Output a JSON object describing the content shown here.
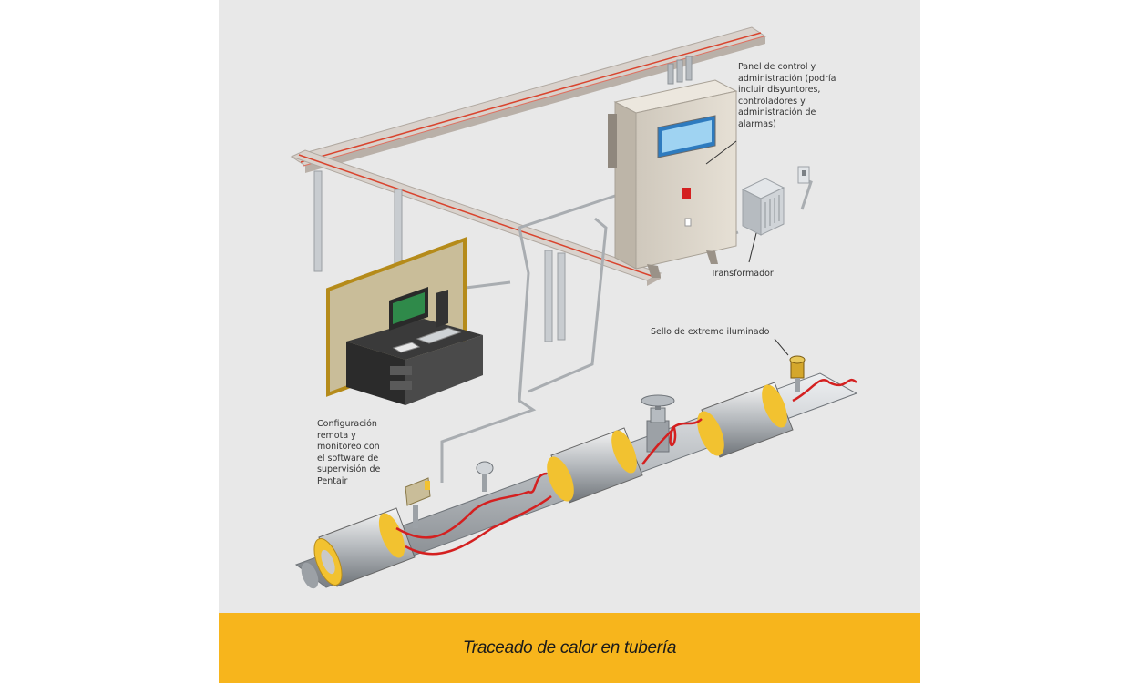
{
  "labels": {
    "control_panel": "Panel de control y\nadministración (podría\nincluir disyuntores,\ncontroladores y\nadministración de\nalarmas)",
    "transformer": "Transformador",
    "end_seal": "Sello de extremo iluminado",
    "remote_config": "Configuración\nremota y\nmonitoreo con\nel software de\nsupervisión de\nPentair"
  },
  "caption": "Traceado de calor en tubería",
  "colors": {
    "background": "#e8e8e8",
    "caption_bar": "#f7b51c",
    "heat_cable": "#d42020",
    "insulation_ring": "#f2c230",
    "pipe": "#b8bcc0"
  }
}
